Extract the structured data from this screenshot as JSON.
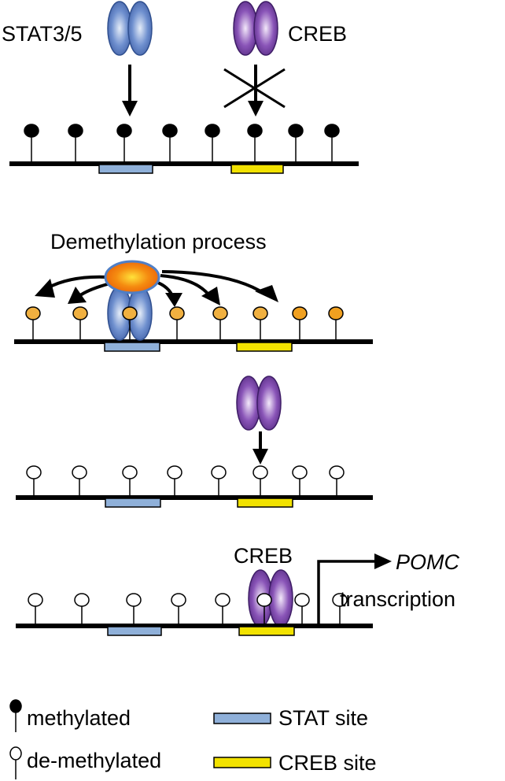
{
  "labels": {
    "stat": "STAT3/5",
    "creb_top": "CREB",
    "process": "Demethylation process",
    "creb_bottom": "CREB",
    "pomc": "POMC",
    "transcription": "transcription"
  },
  "legend": {
    "methylated": "methylated",
    "demethylated": "de-methylated",
    "stat_site": "STAT site",
    "creb_site": "CREB site"
  },
  "colors": {
    "stat_protein": "#5b7fc4",
    "creb_protein": "#6a3e9a",
    "stat_site": "#8fb0d9",
    "creb_site": "#f2e200",
    "methylated": "#000000",
    "partial": "#f0b040",
    "enzyme": "#f07a10"
  }
}
